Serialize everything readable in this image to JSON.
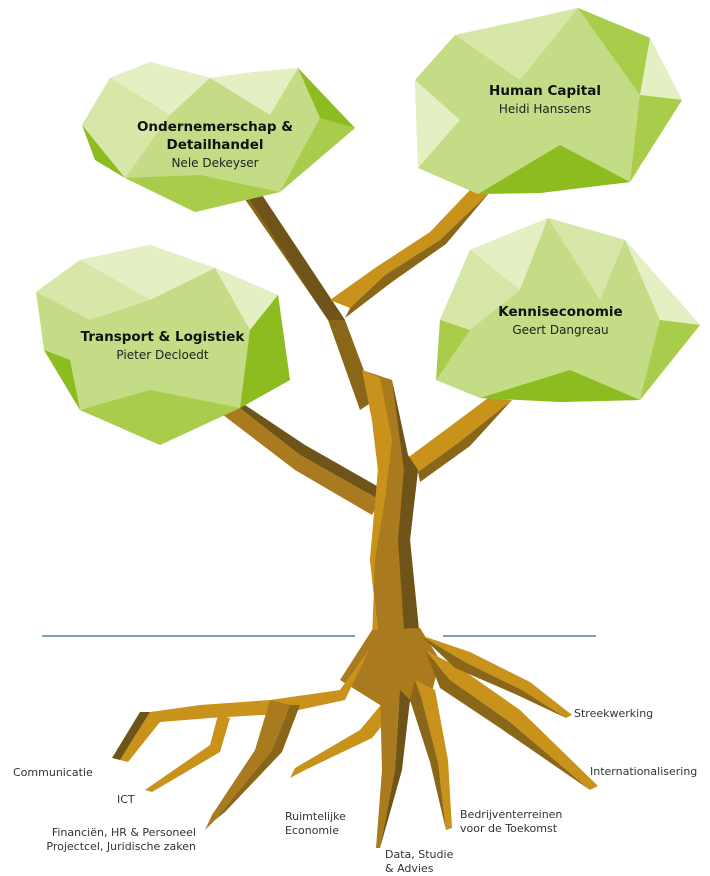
{
  "crowns": [
    {
      "id": "ondernemerschap",
      "title_line1": "Ondernemerschap &",
      "title_line2": "Detailhandel",
      "name": "Nele Dekeyser"
    },
    {
      "id": "human-capital",
      "title_line1": "Human Capital",
      "title_line2": "",
      "name": "Heidi Hanssens"
    },
    {
      "id": "transport",
      "title_line1": "Transport & Logistiek",
      "title_line2": "",
      "name": "Pieter Decloedt"
    },
    {
      "id": "kenniseconomie",
      "title_line1": "Kenniseconomie",
      "title_line2": "",
      "name": "Geert Dangreau"
    }
  ],
  "roots": {
    "communicatie": "Communicatie",
    "ict": "ICT",
    "financien_line1": "Financiën, HR & Personeel",
    "financien_line2": "Projectcel, Juridische zaken",
    "ruimtelijke_line1": "Ruimtelijke",
    "ruimtelijke_line2": "Economie",
    "data_line1": "Data, Studie",
    "data_line2": "& Advies",
    "bedrijven_line1": "Bedrijventerreinen",
    "bedrijven_line2": "voor de Toekomst",
    "internationalisering": "Internationalisering",
    "streekwerking": "Streekwerking"
  },
  "colors": {
    "leaf_light": "#e4efc4",
    "leaf_mid": "#c3dc85",
    "leaf_dark": "#a9cc4a",
    "leaf_bright": "#8dbc20",
    "trunk_light": "#c9921a",
    "trunk_mid": "#a97a1e",
    "trunk_dark": "#6e5418",
    "divider": "#2e6c96"
  }
}
